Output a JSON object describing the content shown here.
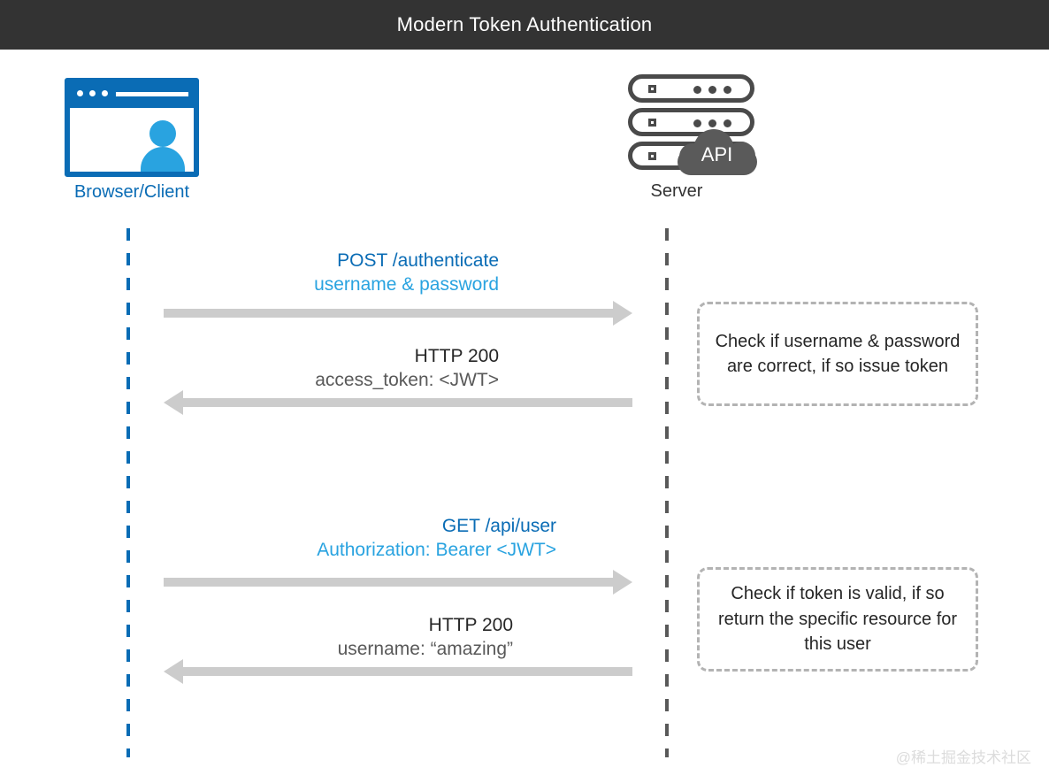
{
  "title": "Modern Token Authentication",
  "theme": {
    "titlebar_bg": "#333333",
    "client_blue": "#0a6cb5",
    "accent_light_blue": "#29a3e0",
    "server_gray": "#4a4a4a",
    "arrow_gray": "#cccccc",
    "note_border": "#b3b3b3",
    "watermark_gray": "#dcdcdc"
  },
  "actors": {
    "client": {
      "label": "Browser/Client",
      "icon": "browser-window-with-user-icon"
    },
    "server": {
      "label": "Server",
      "icon": "server-rack-icon",
      "cloud_label": "API"
    }
  },
  "messages": [
    {
      "kind": "request",
      "direction": "right",
      "line1": "POST /authenticate",
      "line2": "username & password"
    },
    {
      "kind": "response",
      "direction": "left",
      "line1": "HTTP 200",
      "line2": "access_token: <JWT>"
    },
    {
      "kind": "request",
      "direction": "right",
      "line1": "GET /api/user",
      "line2": "Authorization: Bearer <JWT>"
    },
    {
      "kind": "response",
      "direction": "left",
      "line1": "HTTP 200",
      "line2": "username: “amazing”"
    }
  ],
  "notes": [
    {
      "text": "Check if username & password are correct, if so issue token"
    },
    {
      "text": "Check if token is valid, if so return the specific resource for this user"
    }
  ],
  "watermark": "@稀土掘金技术社区"
}
